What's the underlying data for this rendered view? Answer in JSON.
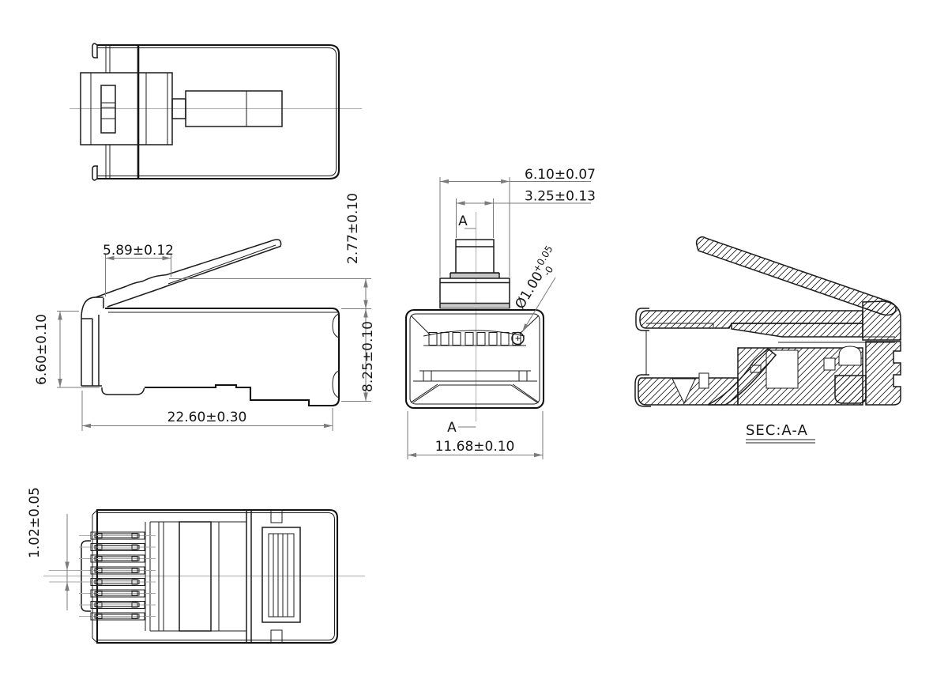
{
  "drawing": {
    "type": "engineering-drawing",
    "subject": "shielded RJ45 modular plug connector, multi-view with section",
    "colors": {
      "object_line": "#1c1c1c",
      "dimension_line": "#7b7b7b",
      "centerline": "#a9a9a9",
      "shaded_band": "#c7c7c7",
      "background": "#ffffff"
    },
    "side_view": {
      "latch_length": "5.89±0.12",
      "front_height": "6.60±0.10",
      "overall_length": "22.60±0.30",
      "latch_height": "2.77±0.10",
      "body_height": "8.25±0.10"
    },
    "front_view": {
      "tab_width_outer": "6.10±0.07",
      "tab_width_inner": "3.25±0.13",
      "hole_diameter": "Ø1.00",
      "hole_tol_upper": "+0.05",
      "hole_tol_lower": "-0",
      "plug_width": "11.68±0.10",
      "section_marker": "A"
    },
    "bottom_view": {
      "contact_pitch": "1.02±0.05"
    },
    "section_view": {
      "title": "SEC:A-A"
    }
  }
}
